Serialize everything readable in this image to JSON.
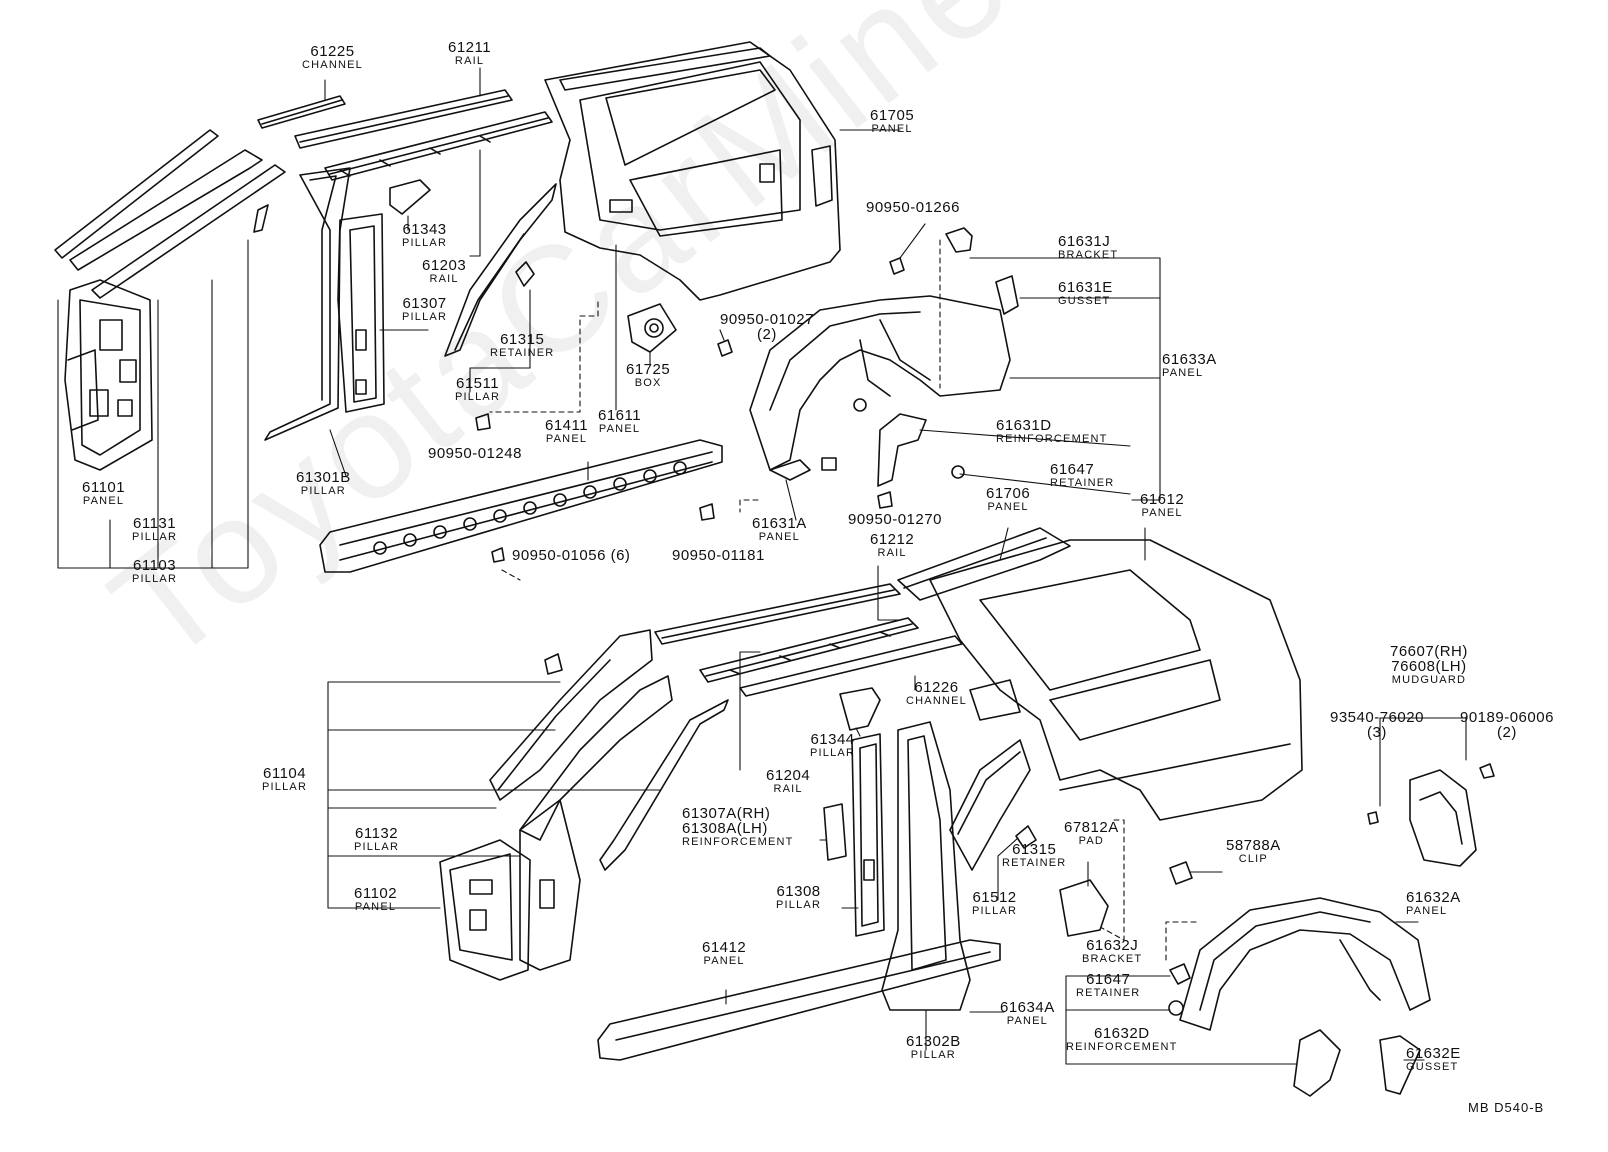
{
  "watermark": "ToyotaCarMine.ru",
  "drawing_code": "MB  D540-B",
  "parts": [
    {
      "id": "p61225",
      "num": "61225",
      "name": "CHANNEL"
    },
    {
      "id": "p61211",
      "num": "61211",
      "name": "RAIL"
    },
    {
      "id": "p61705",
      "num": "61705",
      "name": "PANEL"
    },
    {
      "id": "p61343",
      "num": "61343",
      "name": "PILLAR"
    },
    {
      "id": "p61203",
      "num": "61203",
      "name": "RAIL"
    },
    {
      "id": "p61307",
      "num": "61307",
      "name": "PILLAR"
    },
    {
      "id": "p61315a",
      "num": "61315",
      "name": "RETAINER"
    },
    {
      "id": "p61511",
      "num": "61511",
      "name": "PILLAR"
    },
    {
      "id": "p61725",
      "num": "61725",
      "name": "BOX"
    },
    {
      "id": "p61611",
      "num": "61611",
      "name": "PANEL"
    },
    {
      "id": "p61101",
      "num": "61101",
      "name": "PANEL"
    },
    {
      "id": "p61131",
      "num": "61131",
      "name": "PILLAR"
    },
    {
      "id": "p61103",
      "num": "61103",
      "name": "PILLAR"
    },
    {
      "id": "p61301B",
      "num": "61301B",
      "name": "PILLAR"
    },
    {
      "id": "p61411",
      "num": "61411",
      "name": "PANEL"
    },
    {
      "id": "p61631J",
      "num": "61631J",
      "name": "BRACKET"
    },
    {
      "id": "p61631E",
      "num": "61631E",
      "name": "GUSSET"
    },
    {
      "id": "p61633A",
      "num": "61633A",
      "name": "PANEL"
    },
    {
      "id": "p61631D",
      "num": "61631D",
      "name": "REINFORCEMENT"
    },
    {
      "id": "p61647a",
      "num": "61647",
      "name": "RETAINER"
    },
    {
      "id": "p61631A",
      "num": "61631A",
      "name": "PANEL"
    },
    {
      "id": "p61706",
      "num": "61706",
      "name": "PANEL"
    },
    {
      "id": "p61612",
      "num": "61612",
      "name": "PANEL"
    },
    {
      "id": "p61212",
      "num": "61212",
      "name": "RAIL"
    },
    {
      "id": "p61226",
      "num": "61226",
      "name": "CHANNEL"
    },
    {
      "id": "p61344",
      "num": "61344",
      "name": "PILLAR"
    },
    {
      "id": "p61104",
      "num": "61104",
      "name": "PILLAR"
    },
    {
      "id": "p61204",
      "num": "61204",
      "name": "RAIL"
    },
    {
      "id": "p61132",
      "num": "61132",
      "name": "PILLAR"
    },
    {
      "id": "p61307A",
      "num": "61307A(RH)\n61308A(LH)",
      "name": "REINFORCEMENT"
    },
    {
      "id": "p61102",
      "num": "61102",
      "name": "PANEL"
    },
    {
      "id": "p61308",
      "num": "61308",
      "name": "PILLAR"
    },
    {
      "id": "p61315b",
      "num": "61315",
      "name": "RETAINER"
    },
    {
      "id": "p61512",
      "num": "61512",
      "name": "PILLAR"
    },
    {
      "id": "p67812A",
      "num": "67812A",
      "name": "PAD"
    },
    {
      "id": "p58788A",
      "num": "58788A",
      "name": "CLIP"
    },
    {
      "id": "p76607",
      "num": "76607(RH)\n76608(LH)",
      "name": "MUDGUARD"
    },
    {
      "id": "p61412",
      "num": "61412",
      "name": "PANEL"
    },
    {
      "id": "p61632A",
      "num": "61632A",
      "name": "PANEL"
    },
    {
      "id": "p61632J",
      "num": "61632J",
      "name": "BRACKET"
    },
    {
      "id": "p61647b",
      "num": "61647",
      "name": "RETAINER"
    },
    {
      "id": "p61634A",
      "num": "61634A",
      "name": "PANEL"
    },
    {
      "id": "p61632D",
      "num": "61632D",
      "name": "REINFORCEMENT"
    },
    {
      "id": "p61632E",
      "num": "61632E",
      "name": "GUSSET"
    },
    {
      "id": "p61302B",
      "num": "61302B",
      "name": "PILLAR"
    }
  ],
  "fasteners": [
    {
      "id": "f1266",
      "text": "90950-01266"
    },
    {
      "id": "f1027",
      "text": "90950-01027\n(2)"
    },
    {
      "id": "f1248",
      "text": "90950-01248"
    },
    {
      "id": "f1270",
      "text": "90950-01270"
    },
    {
      "id": "f1181",
      "text": "90950-01181"
    },
    {
      "id": "f1056",
      "text": "90950-01056 (6)"
    },
    {
      "id": "f93540",
      "text": "93540-76020\n(3)"
    },
    {
      "id": "f90189",
      "text": "90189-06006\n(2)"
    }
  ]
}
